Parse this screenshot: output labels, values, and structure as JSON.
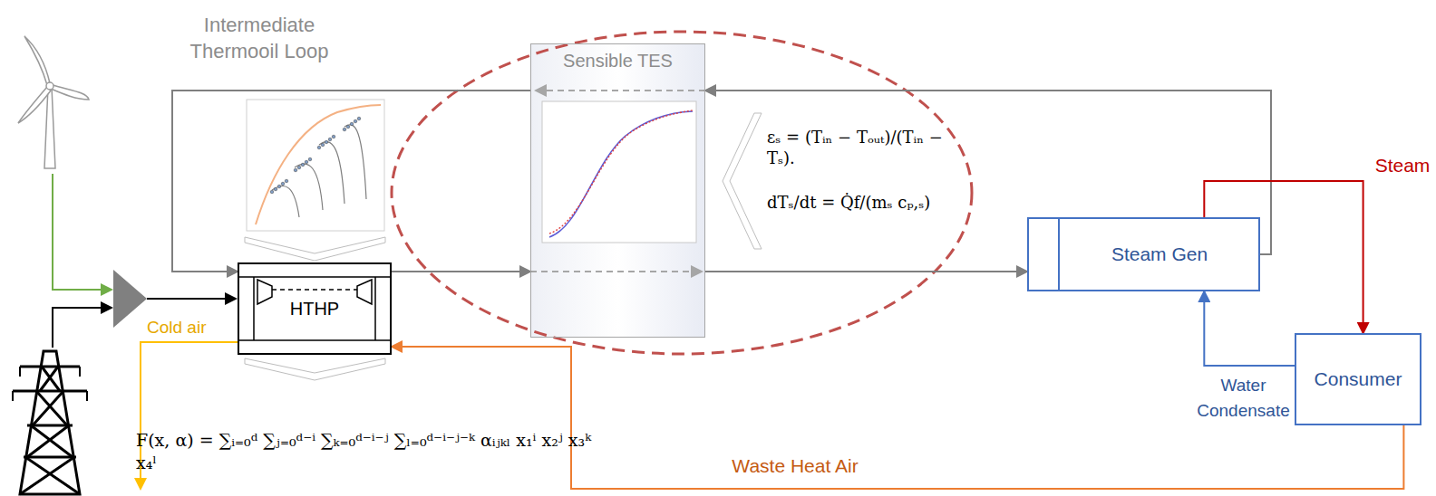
{
  "diagram": {
    "nodes": [
      {
        "text": [
          "HTHP"
        ]
      },
      {
        "text": [
          "Sensible TES"
        ]
      },
      {
        "text": [
          "Steam Gen"
        ]
      },
      {
        "text": [
          "Consumer"
        ]
      }
    ],
    "edges": [
      {
        "from": 0,
        "to": 1,
        "arrow": "to"
      },
      {
        "from": 1,
        "to": 2,
        "arrow": "to"
      },
      {
        "from": 2,
        "to": 1,
        "arrow": "to"
      },
      {
        "from": 1,
        "to": 0,
        "arrow": "to"
      },
      {
        "from": 2,
        "to": 3,
        "label": "Steam",
        "arrow": "to"
      },
      {
        "from": 3,
        "to": 2,
        "label": "Water Condensate",
        "arrow": "to"
      },
      {
        "from": 3,
        "to": 0,
        "label": "Waste Heat Air",
        "arrow": "to"
      }
    ],
    "labels": [
      "Intermediate Thermooil Loop",
      "Cold air",
      "εₛ = (Tᵢₙ − Tₒᵤₜ)/(Tᵢₙ − Tₛ).",
      "dTₛ/dt = Q̇f/(mₛ cₚ,ₛ)",
      "F(x, α) = ∑ᵢ₌₀ᵈ ∑ⱼ₌₀ᵈ⁻ⁱ ∑ₖ₌₀ᵈ⁻ⁱ⁻ʲ ∑ₗ₌₀ᵈ⁻ⁱ⁻ʲ⁻ᵏ αᵢⱼₖₗ x₁ⁱ x₂ʲ x₃ᵏ x₄ˡ"
    ]
  }
}
